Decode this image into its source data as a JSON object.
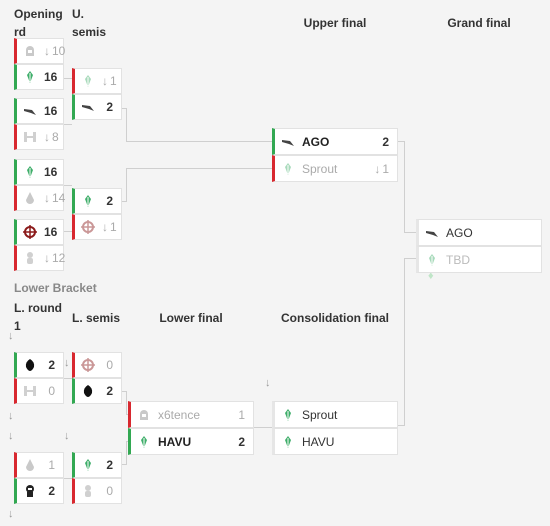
{
  "headers": {
    "opening_rd": "Opening rd",
    "u_semis": "U. semis",
    "upper_final": "Upper final",
    "grand_final": "Grand final",
    "lower_bracket": "Lower Bracket",
    "l_round1": "L. round 1",
    "l_semis": "L. semis",
    "lower_final": "Lower final",
    "consolidation_final": "Consolidation final"
  },
  "opening": [
    {
      "icon": "helmet-icon",
      "score": "10",
      "status": "loss",
      "arrow": "↓"
    },
    {
      "icon": "sprout-icon",
      "score": "16",
      "status": "win"
    },
    {
      "icon": "knife-icon",
      "score": "16",
      "status": "win"
    },
    {
      "icon": "tie-fighter-icon",
      "score": "8",
      "status": "loss",
      "arrow": "↓"
    },
    {
      "icon": "sprout-icon",
      "score": "16",
      "status": "win"
    },
    {
      "icon": "drop-icon",
      "score": "14",
      "status": "loss",
      "arrow": "↓"
    },
    {
      "icon": "crosshair-icon",
      "score": "16",
      "status": "win"
    },
    {
      "icon": "figure-icon",
      "score": "12",
      "status": "loss",
      "arrow": "↓"
    }
  ],
  "usemis": [
    {
      "icon": "sprout-icon",
      "score": "1",
      "status": "loss",
      "arrow": "↓"
    },
    {
      "icon": "knife-icon",
      "score": "2",
      "status": "win"
    },
    {
      "icon": "sprout-icon",
      "score": "2",
      "status": "win"
    },
    {
      "icon": "crosshair-icon",
      "score": "1",
      "status": "loss",
      "arrow": "↓"
    }
  ],
  "upper_final": [
    {
      "icon": "knife-icon",
      "name": "AGO",
      "score": "2",
      "status": "win"
    },
    {
      "icon": "sprout-icon",
      "name": "Sprout",
      "score": "1",
      "status": "loss",
      "arrow": "↓"
    }
  ],
  "grand_final": [
    {
      "icon": "knife-icon",
      "name": "AGO",
      "score": "",
      "status": "neutral"
    },
    {
      "icon": "sprout-icon",
      "name": "TBD",
      "score": "",
      "status": "neutral"
    }
  ],
  "lround1": [
    {
      "icon": "shield-icon",
      "score": "2",
      "status": "win"
    },
    {
      "icon": "tie-fighter-icon",
      "score": "0",
      "status": "loss"
    },
    {
      "icon": "drop-icon",
      "score": "1",
      "status": "loss"
    },
    {
      "icon": "astronaut-icon",
      "score": "2",
      "status": "win"
    }
  ],
  "lsemis": [
    {
      "icon": "crosshair-icon",
      "score": "0",
      "status": "loss"
    },
    {
      "icon": "shield-icon",
      "score": "2",
      "status": "win"
    },
    {
      "icon": "sprout-icon",
      "score": "2",
      "status": "win"
    },
    {
      "icon": "figure-icon",
      "score": "0",
      "status": "loss"
    }
  ],
  "lower_final": [
    {
      "icon": "helmet-icon",
      "name": "x6tence",
      "score": "1",
      "status": "loss"
    },
    {
      "icon": "sprout-icon",
      "name": "HAVU",
      "score": "2",
      "status": "win"
    }
  ],
  "consolidation": [
    {
      "icon": "sprout-icon",
      "name": "Sprout",
      "score": "",
      "status": "neutral"
    },
    {
      "icon": "sprout-icon",
      "name": "HAVU",
      "score": "",
      "status": "neutral"
    }
  ],
  "colors": {
    "win": "#32a852",
    "loss": "#d8282f",
    "line": "#cfcfcf"
  }
}
